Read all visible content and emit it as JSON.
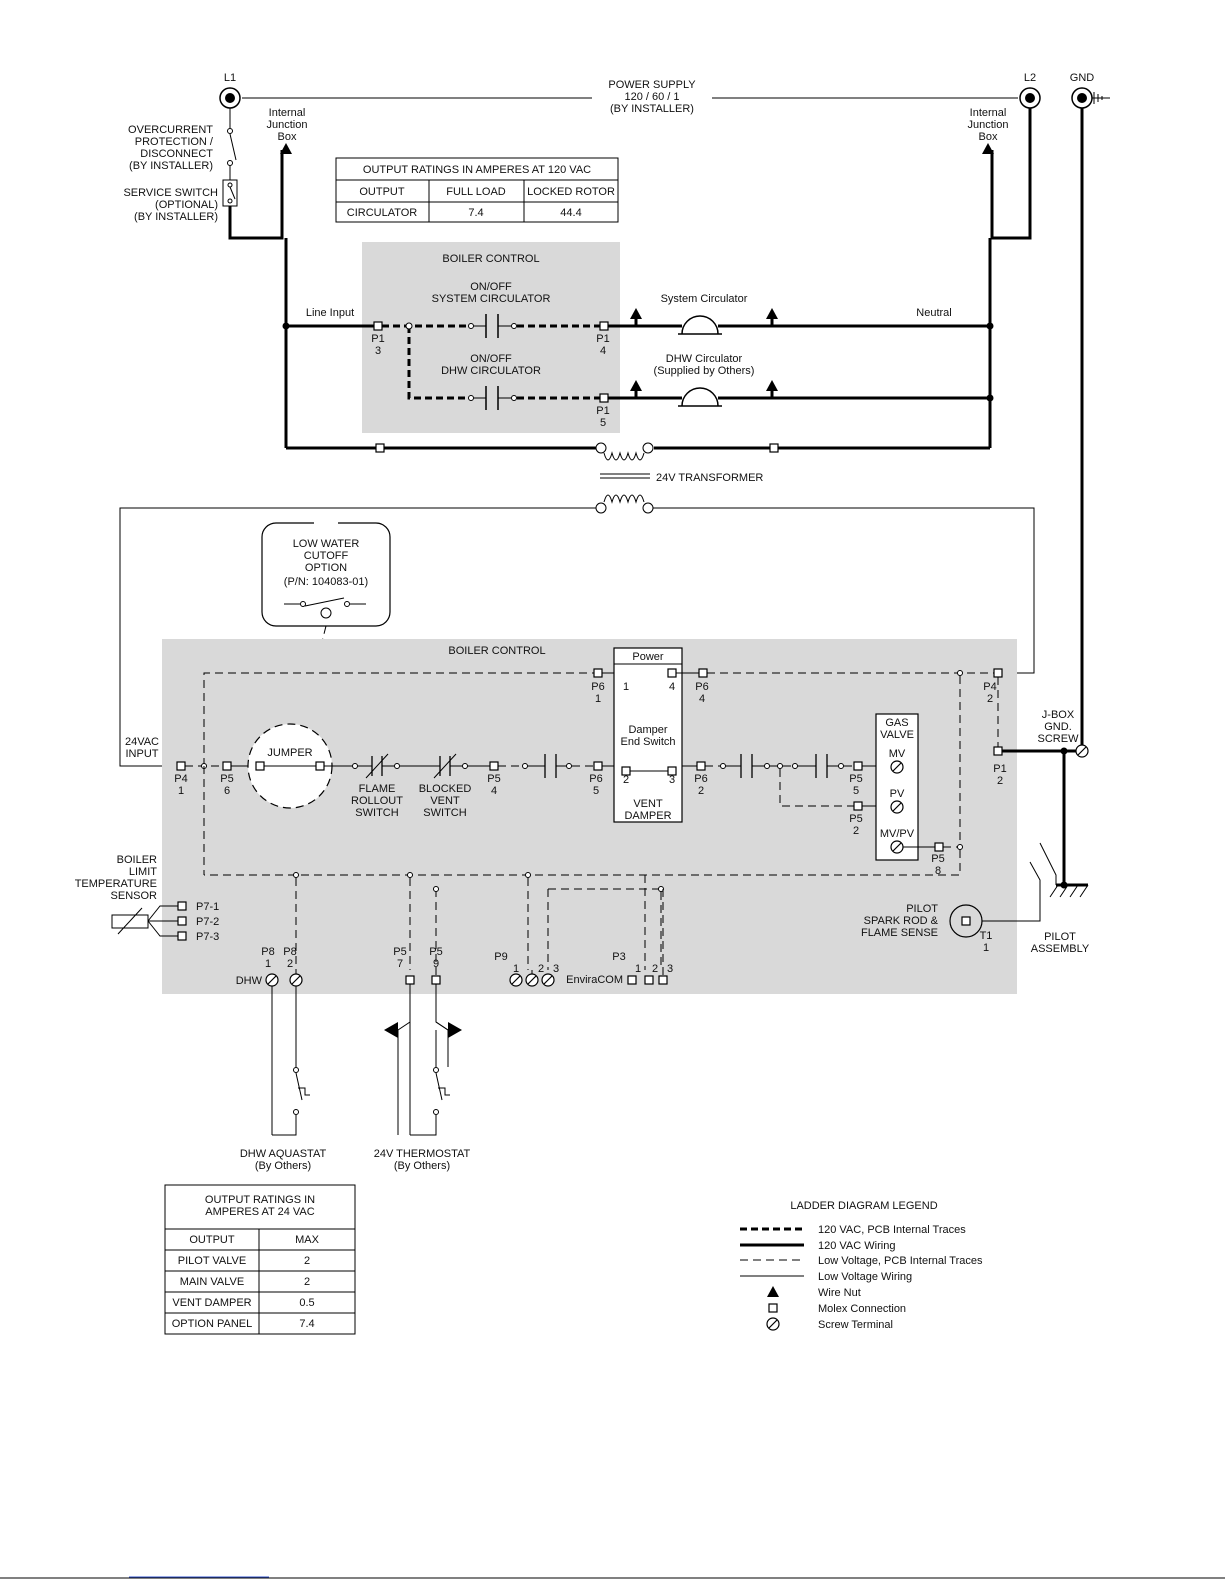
{
  "power": {
    "l1": "L1",
    "l2": "L2",
    "gnd": "GND",
    "supply": [
      "POWER SUPPLY",
      "120 / 60 / 1",
      "(BY INSTALLER)"
    ],
    "junction_left": [
      "Internal",
      "Junction",
      "Box"
    ],
    "junction_right": [
      "Internal",
      "Junction",
      "Box"
    ],
    "overcurrent": [
      "OVERCURRENT",
      "PROTECTION /",
      "DISCONNECT",
      "(BY INSTALLER)"
    ],
    "service_switch": [
      "SERVICE SWITCH",
      "(OPTIONAL)",
      "(BY INSTALLER)"
    ]
  },
  "table_120": {
    "title": "OUTPUT RATINGS IN AMPERES AT 120 VAC",
    "headers": [
      "OUTPUT",
      "FULL LOAD",
      "LOCKED ROTOR"
    ],
    "row": [
      "CIRCULATOR",
      "7.4",
      "44.4"
    ]
  },
  "upper_control": {
    "title": "BOILER CONTROL",
    "system_relay": [
      "ON/OFF",
      "SYSTEM CIRCULATOR"
    ],
    "dhw_relay": [
      "ON/OFF",
      "DHW CIRCULATOR"
    ],
    "line_input": "Line Input",
    "neutral": "Neutral",
    "p1_3": [
      "P1",
      "3"
    ],
    "p1_4": [
      "P1",
      "4"
    ],
    "p1_5": [
      "P1",
      "5"
    ],
    "system_circulator": "System Circulator",
    "dhw_circulator": [
      "DHW Circulator",
      "(Supplied by Others)"
    ],
    "transformer": "24V TRANSFORMER"
  },
  "lwco": [
    "LOW WATER",
    "CUTOFF",
    "OPTION",
    "(P/N: 104083-01)"
  ],
  "lower_control": {
    "title": "BOILER CONTROL",
    "power": "Power",
    "damper": [
      "Damper",
      "End Switch"
    ],
    "vent_damper": [
      "VENT",
      "DAMPER"
    ],
    "gas_valve": [
      "GAS",
      "VALVE"
    ],
    "mv": "MV",
    "pv": "PV",
    "mvpv": "MV/PV",
    "jumper": "JUMPER",
    "input_24vac": [
      "24VAC",
      "INPUT"
    ],
    "flame_rollout": [
      "FLAME",
      "ROLLOUT",
      "SWITCH"
    ],
    "blocked_vent": [
      "BLOCKED",
      "VENT",
      "SWITCH"
    ],
    "p4_1": [
      "P4",
      "1"
    ],
    "p5_6": [
      "P5",
      "6"
    ],
    "p5_4": [
      "P5",
      "4"
    ],
    "p6_5": [
      "P6",
      "5"
    ],
    "p6_2": [
      "P6",
      "2"
    ],
    "p6_1": [
      "P6",
      "1"
    ],
    "p6_4": [
      "P6",
      "4"
    ],
    "p4_2": [
      "P4",
      "2"
    ],
    "p1_2": [
      "P1",
      "2"
    ],
    "p5_5": [
      "P5",
      "5"
    ],
    "p5_2": [
      "P5",
      "2"
    ],
    "p5_8": [
      "P5",
      "8"
    ],
    "term_1": "1",
    "term_4": "4",
    "term_2": "2",
    "term_3": "3",
    "jbox": [
      "J-BOX",
      "GND.",
      "SCREW"
    ],
    "sensor": [
      "BOILER",
      "LIMIT",
      "TEMPERATURE",
      "SENSOR"
    ],
    "p7": [
      "P7-1",
      "P7-2",
      "P7-3"
    ],
    "p8_1": [
      "P8",
      "1"
    ],
    "p8_2": [
      "P8",
      "2"
    ],
    "dhw": "DHW",
    "p5_7": [
      "P5",
      "7"
    ],
    "p5_9": [
      "P5",
      "9"
    ],
    "p9": "P9",
    "p9_pins": [
      "1",
      "2",
      "3"
    ],
    "p3": "P3",
    "p3_pins": [
      "1",
      "2",
      "3"
    ],
    "enviracom": "EnviraCOM",
    "pilot_sense": [
      "PILOT",
      "SPARK ROD &",
      "FLAME SENSE"
    ],
    "t1": [
      "T1",
      "1"
    ],
    "pilot_assembly": [
      "PILOT",
      "ASSEMBLY"
    ]
  },
  "field_devices": {
    "dhw_aquastat": [
      "DHW AQUASTAT",
      "(By Others)"
    ],
    "thermostat": [
      "24V THERMOSTAT",
      "(By Others)"
    ]
  },
  "table_24": {
    "title": [
      "OUTPUT RATINGS IN",
      "AMPERES AT 24 VAC"
    ],
    "headers": [
      "OUTPUT",
      "MAX"
    ],
    "rows": [
      [
        "PILOT VALVE",
        "2"
      ],
      [
        "MAIN VALVE",
        "2"
      ],
      [
        "VENT DAMPER",
        "0.5"
      ],
      [
        "OPTION PANEL",
        "7.4"
      ]
    ]
  },
  "legend": {
    "title": "LADDER DIAGRAM LEGEND",
    "items": [
      "120 VAC, PCB Internal Traces",
      "120 VAC Wiring",
      "Low Voltage, PCB Internal Traces",
      "Low Voltage Wiring",
      "Wire Nut",
      "Molex Connection",
      "Screw Terminal"
    ]
  }
}
